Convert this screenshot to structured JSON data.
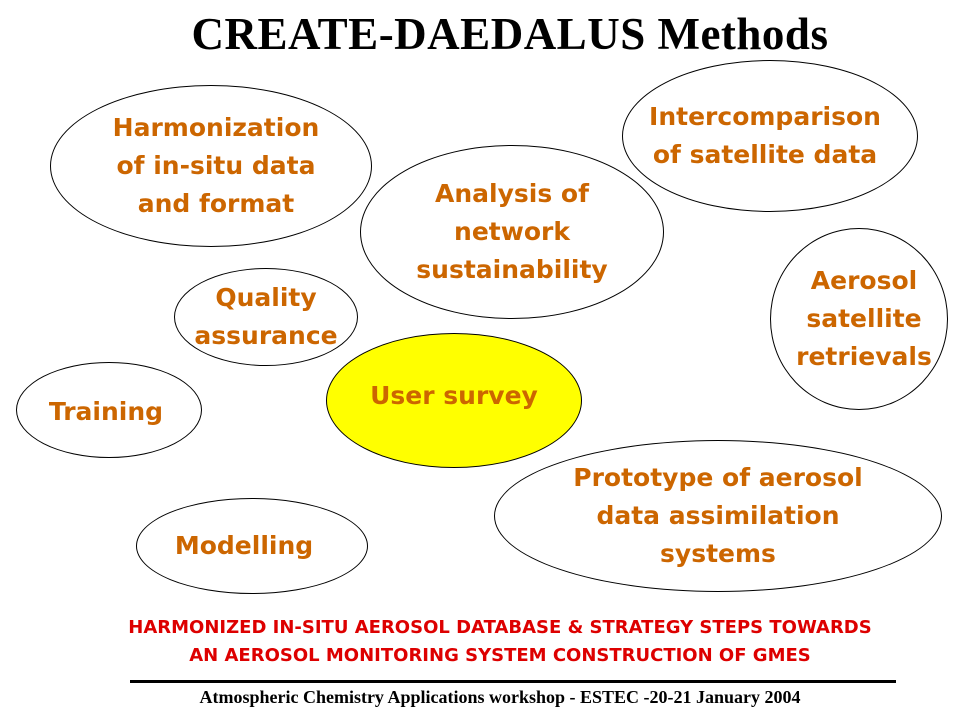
{
  "title": "CREATE-DAEDALUS Methods",
  "nodes": {
    "harmonization": "Harmonization\nof in-situ data\nand format",
    "intercomparison": "Intercomparison\nof satellite data",
    "network": "Analysis of\nnetwork\nsustainability",
    "aerosol_retrievals": "Aerosol\nsatellite\nretrievals",
    "quality": "Quality\nassurance",
    "user_survey": "User survey",
    "training": "Training",
    "prototype": "Prototype of aerosol\ndata assimilation\nsystems",
    "modelling": "Modelling"
  },
  "footer": {
    "line1": "HARMONIZED IN-SITU AEROSOL DATABASE & STRATEGY STEPS TOWARDS",
    "line2": "AN AEROSOL MONITORING SYSTEM CONSTRUCTION OF GMES"
  },
  "credit": "Atmospheric Chemistry Applications workshop - ESTEC -20-21 January 2004",
  "colors": {
    "node_text": "#cc6600",
    "highlight_fill": "#ffff00",
    "footer_text": "#dd0000"
  }
}
